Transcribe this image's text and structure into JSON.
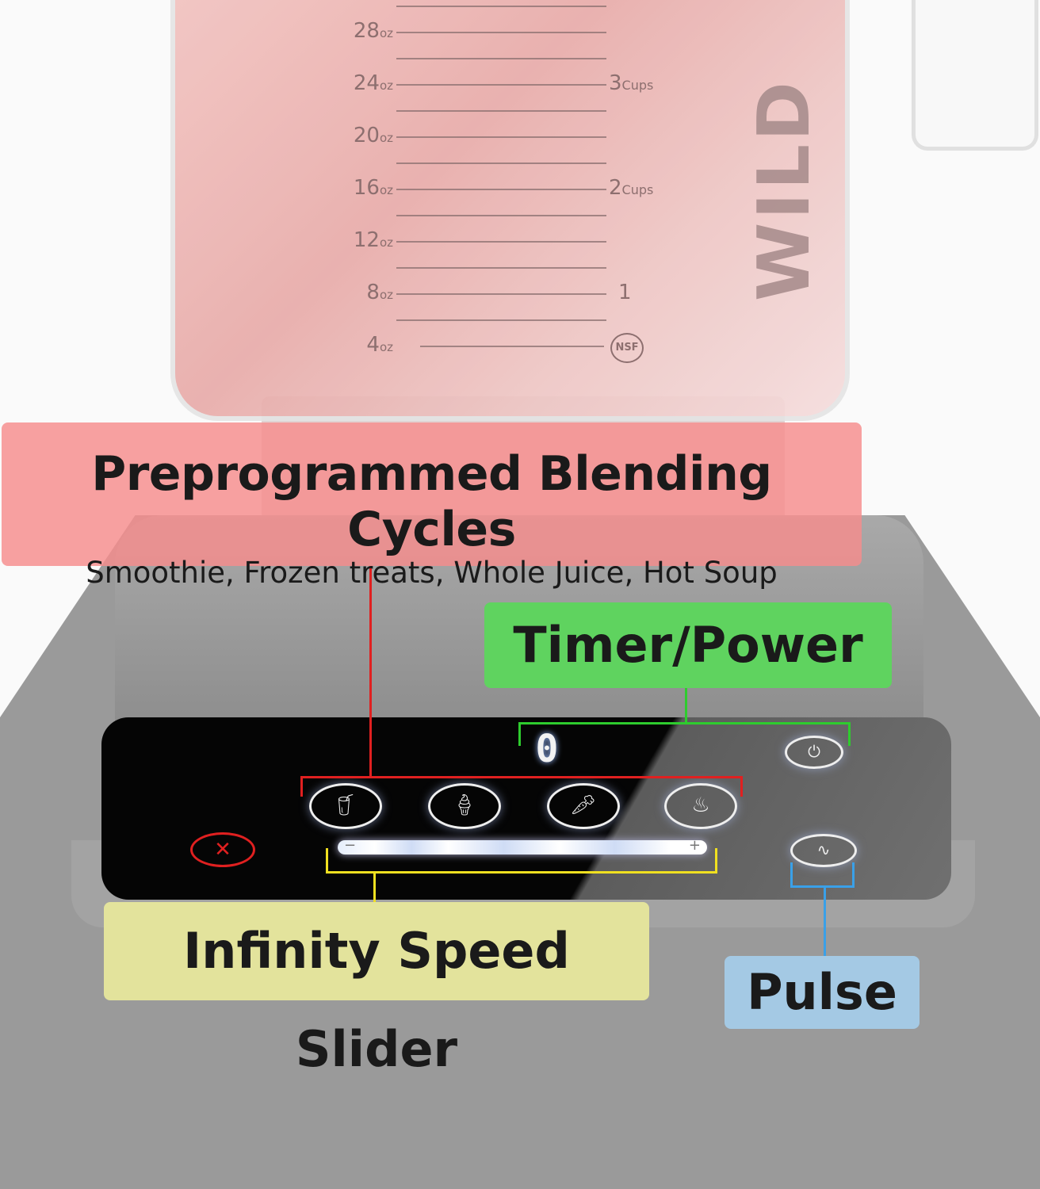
{
  "jar": {
    "oz_marks": [
      {
        "value": "28",
        "unit": "oz"
      },
      {
        "value": "24",
        "unit": "oz"
      },
      {
        "value": "20",
        "unit": "oz"
      },
      {
        "value": "16",
        "unit": "oz"
      },
      {
        "value": "12",
        "unit": "oz"
      },
      {
        "value": "8",
        "unit": "oz"
      },
      {
        "value": "4",
        "unit": "oz"
      }
    ],
    "cup_marks": [
      {
        "value": "3",
        "unit": "Cups"
      },
      {
        "value": "2",
        "unit": "Cups"
      },
      {
        "value": "1",
        "unit": ""
      }
    ],
    "certification": "NSF",
    "brand": "WILD"
  },
  "panel": {
    "display": "0",
    "icons": [
      "smoothie-icon",
      "frozen-treat-icon",
      "whole-juice-icon",
      "hot-soup-icon",
      "power-icon",
      "stop-icon",
      "pulse-icon"
    ],
    "slider": {
      "min_label": "−",
      "max_label": "+"
    }
  },
  "callouts": {
    "preprogrammed": {
      "title": "Preprogrammed Blending Cycles",
      "subtitle": "Smoothie, Frozen treats, Whole Juice, Hot Soup",
      "color": "#f68c8c",
      "line_color": "#e02020"
    },
    "timer": {
      "title": "Timer/Power",
      "color": "#5fd35f",
      "line_color": "#2ecc2e"
    },
    "slider": {
      "title": "Infinity Speed Slider",
      "color": "#e3e39c",
      "line_color": "#f0e020"
    },
    "pulse": {
      "title": "Pulse",
      "color": "#a4c9e4",
      "line_color": "#3aa0e8"
    }
  }
}
